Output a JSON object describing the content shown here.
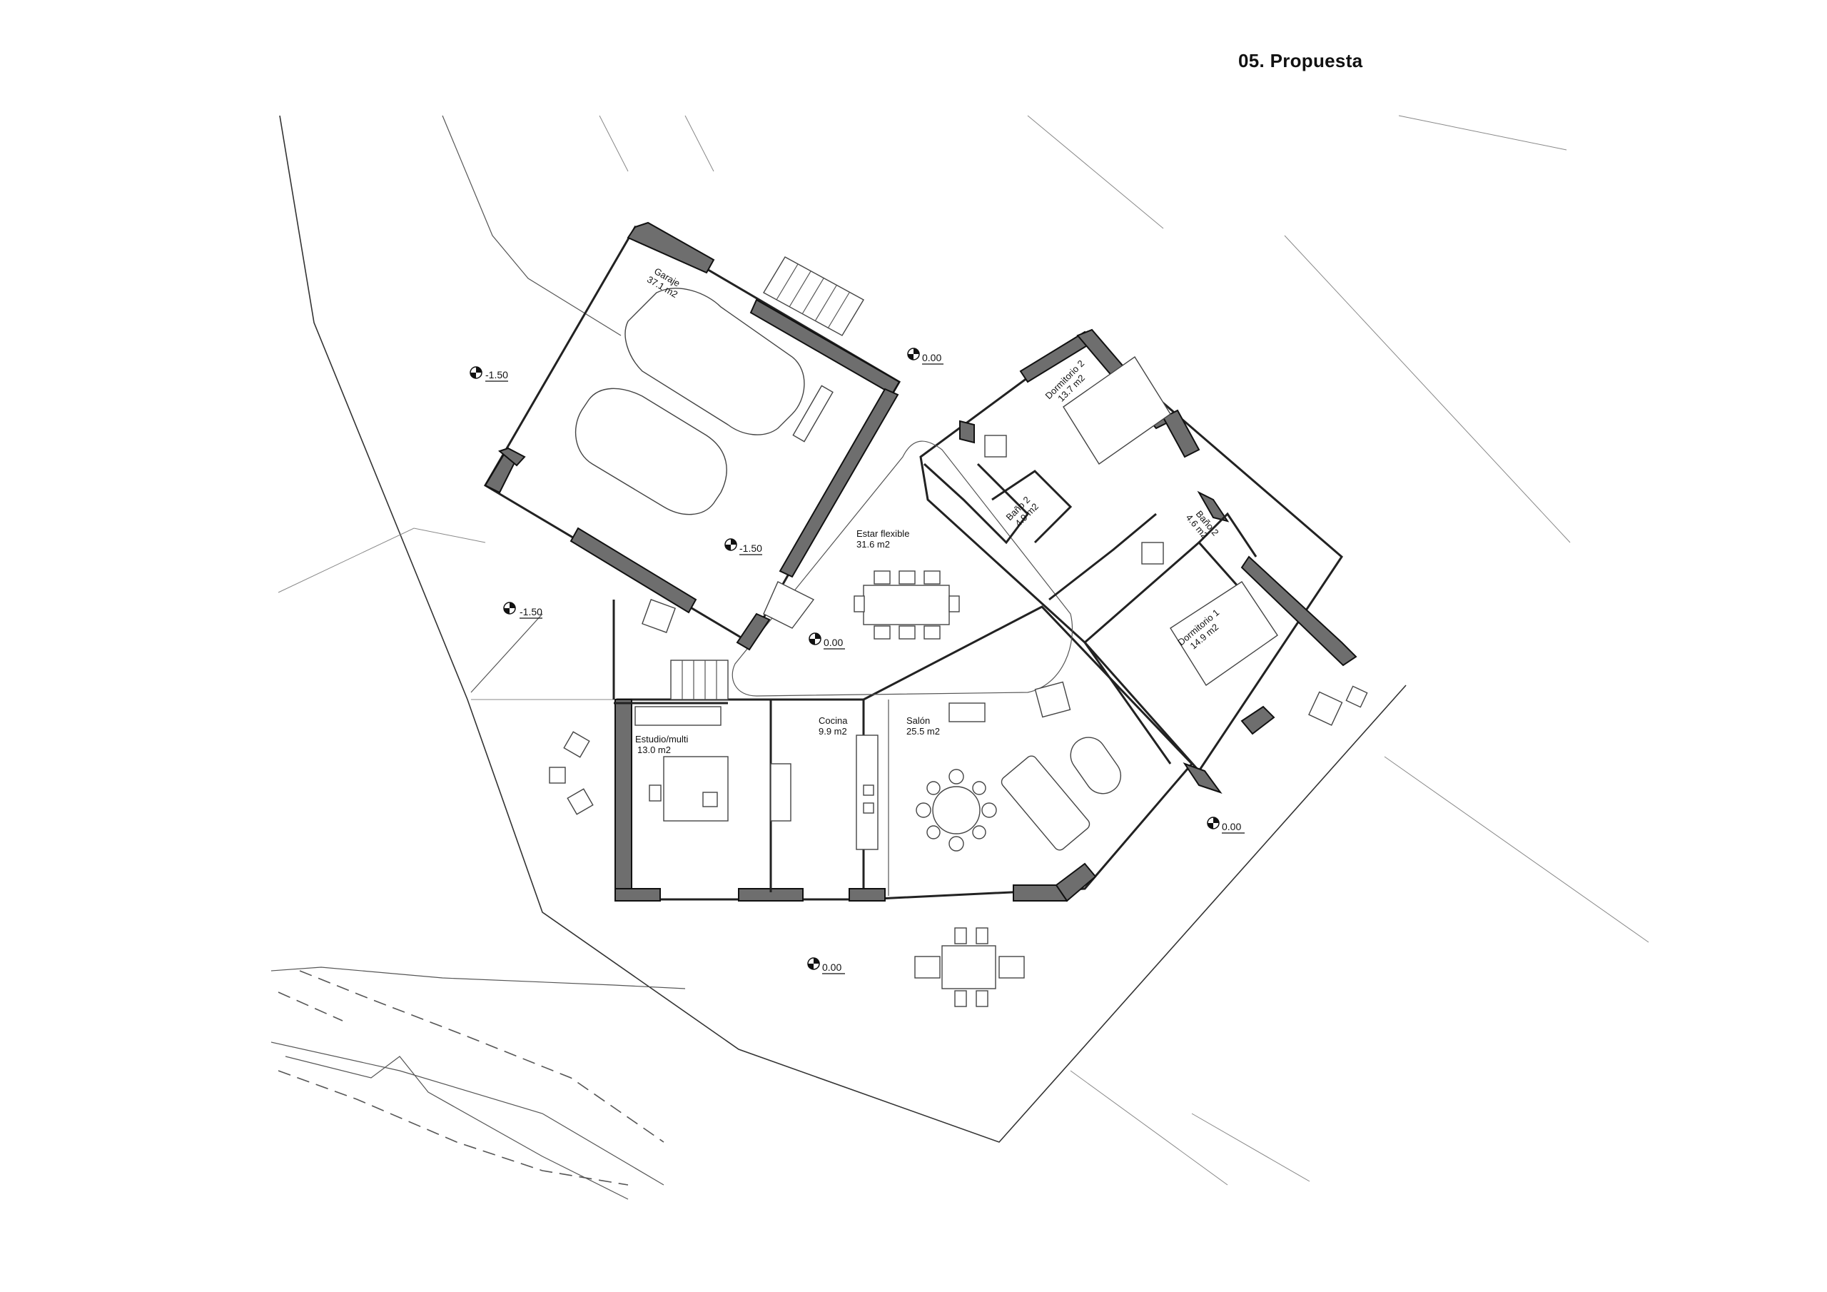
{
  "title": "05. Propuesta",
  "rooms": {
    "garaje": {
      "name": "Garaje",
      "area": "37.1  m2"
    },
    "dormitorio2": {
      "name": "Dormitorio 2",
      "area": "13.7  m2"
    },
    "bano2a": {
      "name": "Baño 2",
      "area": "4.9  m2"
    },
    "bano2b": {
      "name": "Baño 2",
      "area": "4.6  m2"
    },
    "estar": {
      "name": "Estar flexible",
      "area": "31.6  m2"
    },
    "dormitorio1": {
      "name": "Dormitorio 1",
      "area": "14.9  m2"
    },
    "estudio": {
      "name": "Estudio/multi",
      "area": "13.0  m2"
    },
    "cocina": {
      "name": "Cocina",
      "area": "9.9  m2"
    },
    "salon": {
      "name": "Salón",
      "area": "25.5  m2"
    }
  },
  "levels": {
    "l1": "-1.50",
    "l2": "0.00",
    "l3": "-1.50",
    "l4": "-1.50",
    "l5": "0.00",
    "l6": "0.00",
    "l7": "0.00"
  },
  "colors": {
    "wall_fill": "#6e6e6e",
    "line": "#111111",
    "background": "#ffffff"
  }
}
